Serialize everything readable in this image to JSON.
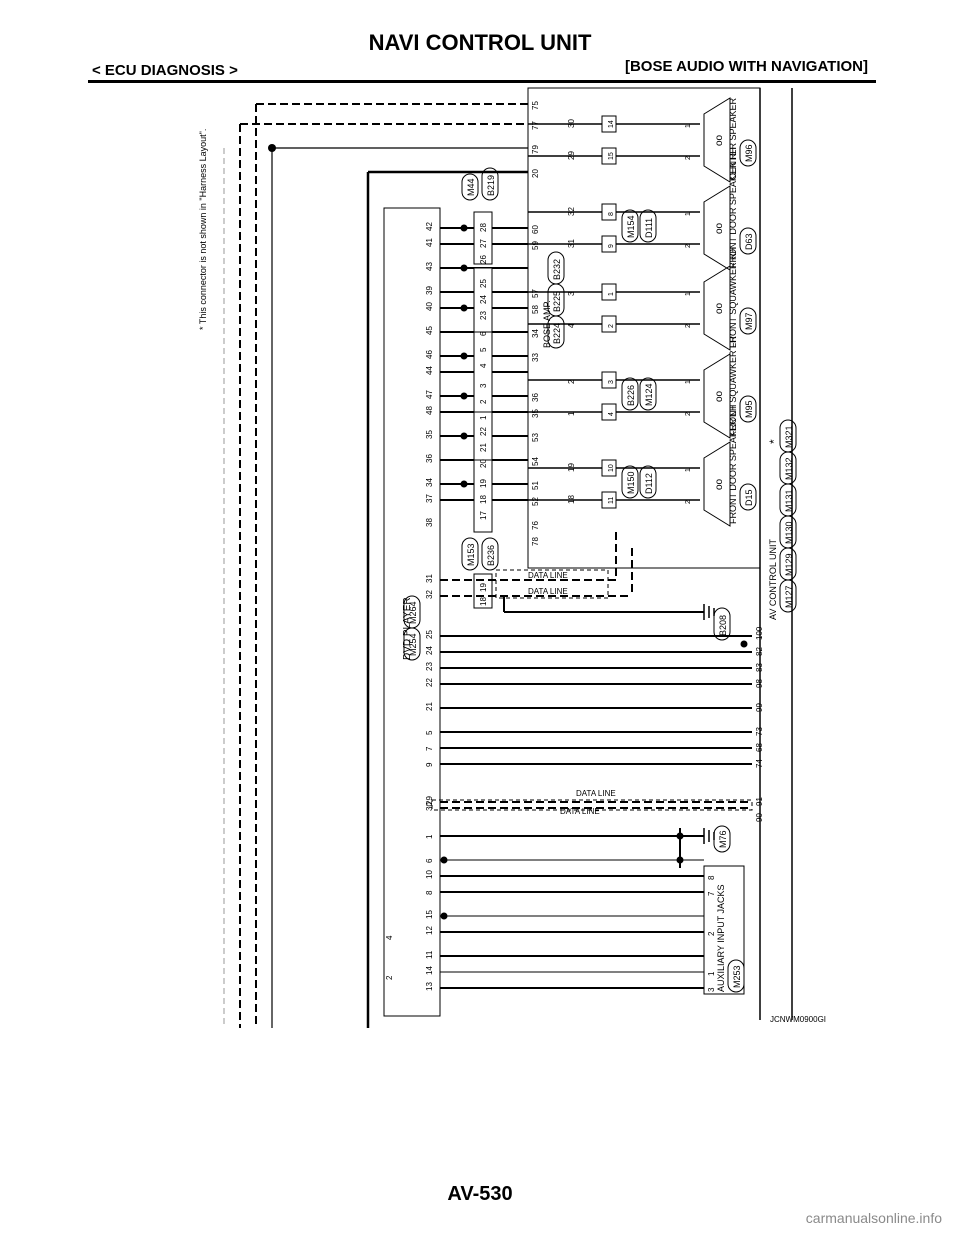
{
  "header": {
    "title": "NAVI CONTROL UNIT",
    "section_left": "< ECU DIAGNOSIS >",
    "section_right": "[BOSE AUDIO WITH NAVIGATION]"
  },
  "footer": {
    "page_number": "AV-530",
    "watermark": "carmanualsonline.info"
  },
  "diagram": {
    "image_code": "JCNWM0900GI",
    "harness_note": "This connector is not shown in \"Harness Layout\".",
    "star": "*",
    "dvd_player": {
      "label": "DVD PLAYER",
      "connectors": [
        "M254",
        "M264"
      ],
      "pins": [
        "42",
        "41",
        "43",
        "39",
        "40",
        "45",
        "46",
        "44",
        "47",
        "48",
        "35",
        "36",
        "34",
        "37",
        "38",
        "31",
        "32",
        "25",
        "24",
        "23",
        "22",
        "21",
        "5",
        "7",
        "9",
        "29",
        "30",
        "1",
        "6",
        "10",
        "8",
        "15",
        "12",
        "11",
        "14",
        "13"
      ],
      "pins_left": [
        "4",
        "2"
      ]
    },
    "bose_amp": {
      "label": "BOSE AMP.",
      "connectors": [
        "B224",
        "B225",
        "B232"
      ],
      "pins": [
        "75",
        "77",
        "79",
        "20",
        "60",
        "59",
        "57",
        "58",
        "34",
        "33",
        "36",
        "35",
        "53",
        "54",
        "51",
        "52",
        "76",
        "78"
      ]
    },
    "inline_connectors": [
      {
        "ids": [
          "M44",
          "B219"
        ],
        "pins": [
          "28",
          "27",
          "26",
          "25",
          "24",
          "23",
          "6",
          "5",
          "4",
          "3",
          "2",
          "1",
          "22",
          "21",
          "20",
          "19",
          "18",
          "17"
        ]
      },
      {
        "ids": [
          "M153",
          "B236"
        ],
        "pins": [
          "19",
          "18"
        ]
      }
    ],
    "data_line_label": "DATA LINE",
    "grounds": [
      "B208",
      "M76"
    ],
    "speakers": [
      {
        "name": "CENTER SPEAKER",
        "connector": "M96",
        "pins": [
          "30",
          "29"
        ],
        "junction": [
          "14",
          "15"
        ]
      },
      {
        "name": "FRONT DOOR SPEAKER RH",
        "connector": "D63",
        "pins": [
          "32",
          "31"
        ],
        "junction": [
          "8",
          "9"
        ],
        "connectors": [
          "M154",
          "D111"
        ]
      },
      {
        "name": "FRONT SQUAWKER RH",
        "connector": "M97",
        "pins": [
          "3",
          "4"
        ],
        "junction": [
          "1",
          "2"
        ]
      },
      {
        "name": "FRONT SQUAWKER LH",
        "connector": "M95",
        "pins": [
          "2",
          "1"
        ],
        "junction": [
          "3",
          "4"
        ],
        "connectors": [
          "B226",
          "M124"
        ]
      },
      {
        "name": "FRONT DOOR SPEAKER LH",
        "connector": "D15",
        "pins": [
          "19",
          "18"
        ],
        "junction": [
          "10",
          "11"
        ],
        "connectors": [
          "M150",
          "D112"
        ]
      }
    ],
    "av_control_unit": {
      "label": "AV CONTROL UNIT",
      "connectors": [
        "M127",
        "M129",
        "M130",
        "M131",
        "M132",
        "M321"
      ],
      "pins": [
        "100",
        "82",
        "83",
        "98",
        "99",
        "73",
        "68",
        "74",
        "91",
        "90"
      ]
    },
    "aux_input": {
      "label": "AUXILIARY INPUT JACKS",
      "connector": "M253",
      "pins": [
        "8",
        "7",
        "2",
        "1",
        "3"
      ]
    }
  }
}
